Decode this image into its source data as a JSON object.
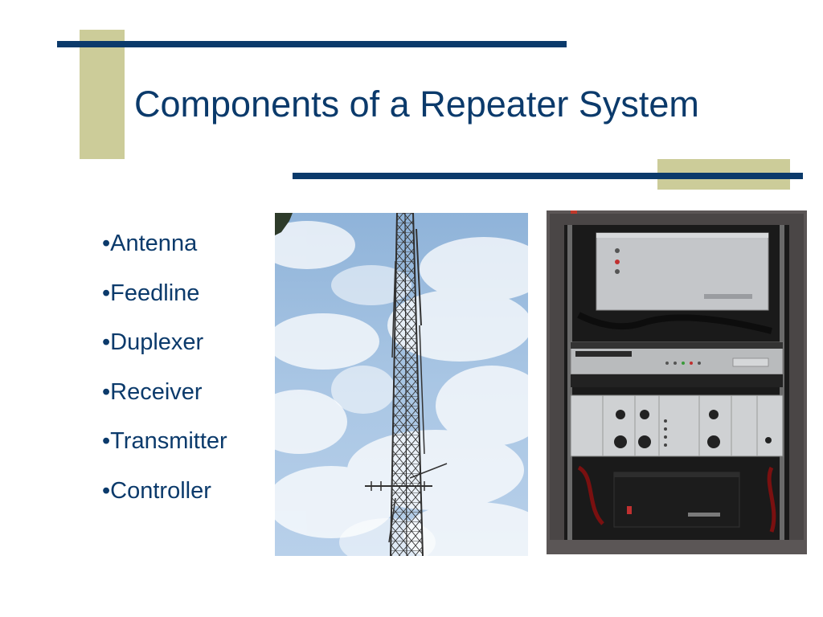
{
  "slide": {
    "title": "Components of a Repeater System",
    "bullets": [
      "•Antenna",
      "•Feedline",
      "•Duplexer",
      "•Receiver",
      "•Transmitter",
      "•Controller"
    ]
  },
  "colors": {
    "navy": "#0b3a6b",
    "tan": "#cccc99",
    "title_text": "#0b3a6b",
    "bullet_text": "#0b3a6b",
    "background": "#ffffff"
  },
  "images": {
    "tower_photo": "antenna-tower-photo",
    "rack_photo": "repeater-rack-photo"
  }
}
